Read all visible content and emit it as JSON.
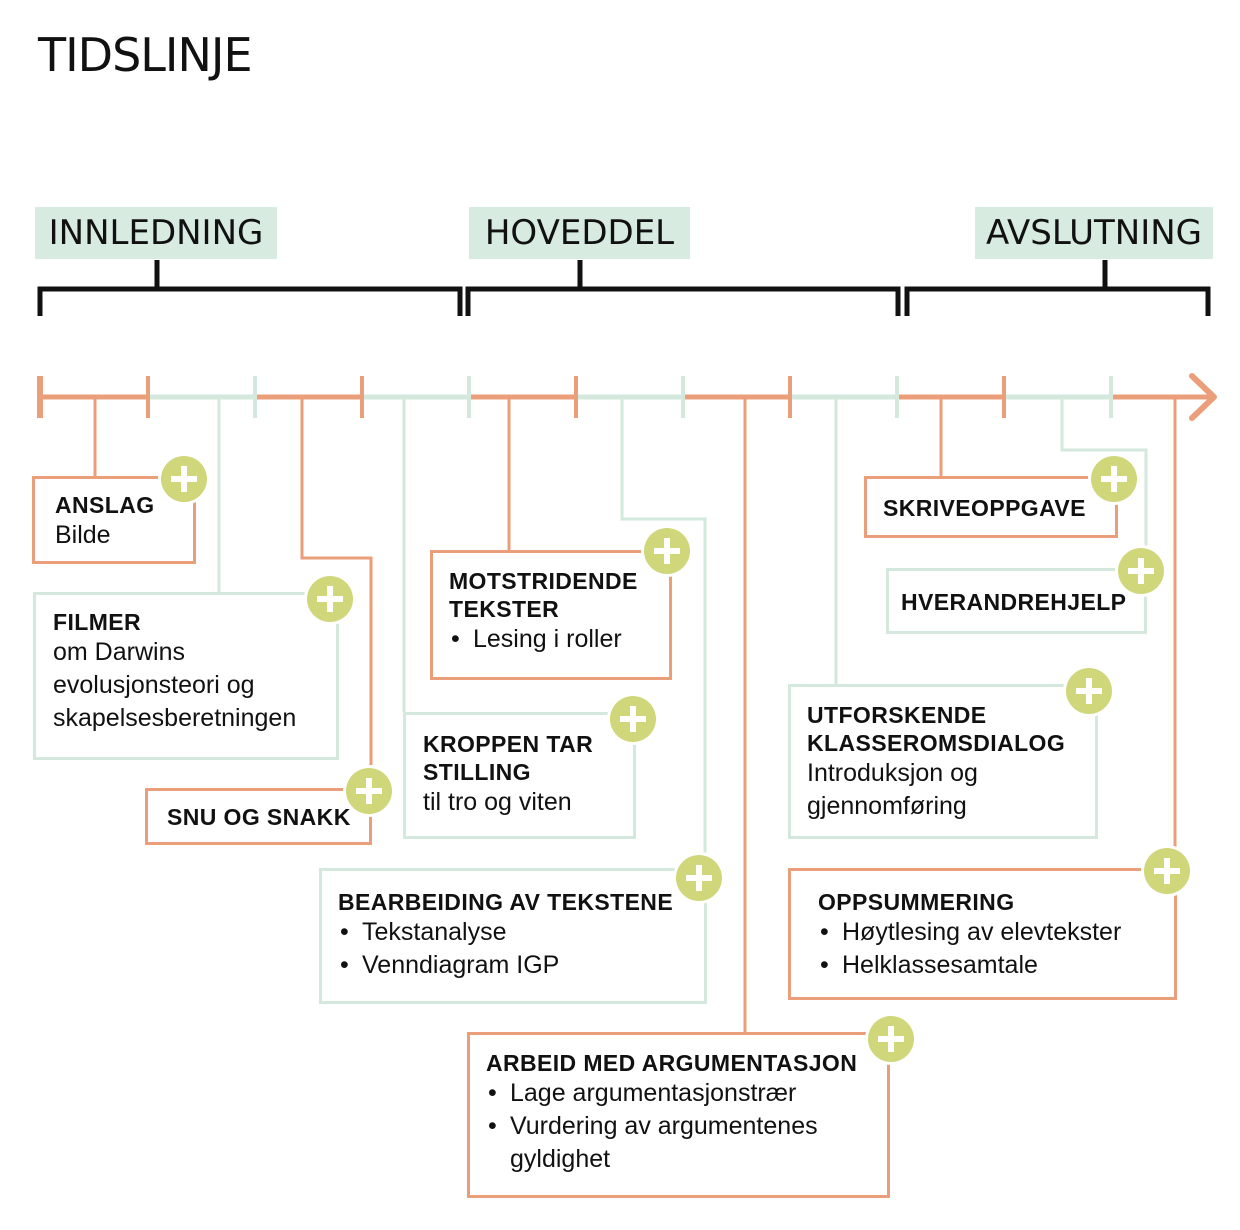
{
  "title": "TIDSLINJE",
  "phases": [
    {
      "label": "INNLEDNING"
    },
    {
      "label": "HOVEDDEL"
    },
    {
      "label": "AVSLUTNING"
    }
  ],
  "colors": {
    "orange": "#ea9f7a",
    "green": "#d4e8de",
    "phase_bg": "#d7ebe1",
    "plus": "#cfd77a"
  },
  "icons": [
    "plus-icon",
    "arrow-right-icon"
  ],
  "activities": {
    "anslag": {
      "heading": "ANSLAG",
      "text": "Bilde"
    },
    "filmer": {
      "heading": "FILMER",
      "lines": [
        "om Darwins",
        "evolusjonsteori og",
        "skapelsesberetningen"
      ]
    },
    "snu": {
      "heading": "SNU OG SNAKK"
    },
    "kroppen": {
      "heading": [
        "KROPPEN TAR",
        "STILLING"
      ],
      "text": "til tro og viten"
    },
    "motstridende": {
      "heading": [
        "MOTSTRIDENDE",
        "TEKSTER"
      ],
      "bullets": [
        "Lesing i roller"
      ]
    },
    "bearbeiding": {
      "heading": "BEARBEIDING AV TEKSTENE",
      "bullets": [
        "Tekstanalyse",
        "Venndiagram IGP"
      ]
    },
    "argumentasjon": {
      "heading": "ARBEID MED ARGUMENTASJON",
      "bullets": [
        "Lage argumentasjonstrær",
        "Vurdering av argumentenes gyldighet"
      ]
    },
    "skriveoppgave": {
      "heading": "SKRIVEOPPGAVE"
    },
    "hverandrehjelp": {
      "heading": "HVERANDREHJELP"
    },
    "utforskende": {
      "heading": [
        "UTFORSKENDE",
        "KLASSEROMSDIALOG"
      ],
      "lines": [
        "Introduksjon og",
        "gjennomføring"
      ]
    },
    "oppsummering": {
      "heading": "OPPSUMMERING",
      "bullets": [
        "Høytlesing av elevtekster",
        "Helklassesamtale"
      ]
    }
  }
}
